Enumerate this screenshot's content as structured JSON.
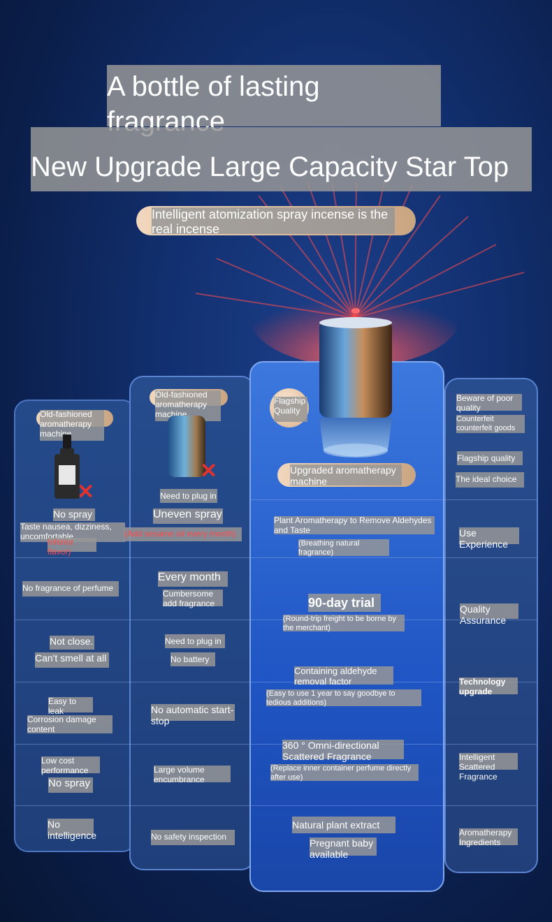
{
  "headline": {
    "line1": "A bottle of lasting fragrance",
    "line2": "New Upgrade Large Capacity Star Top",
    "tagline": "Intelligent atomization spray incense is the real incense"
  },
  "old_machine_1": {
    "label": "Old-fashioned aromatherapy machine",
    "rows": [
      {
        "a": "No spray",
        "b": "Taste nausea, dizziness, uncomfortable",
        "c": "Inferior flavor)"
      },
      {
        "a": "No fragrance of perfume"
      },
      {
        "a": "Not close.",
        "b": "Can't smell at all"
      },
      {
        "a": "Easy to leak",
        "b": "Corrosion damage content"
      },
      {
        "a": "Low cost performance",
        "b": "No spray"
      },
      {
        "a": "No intelligence"
      }
    ]
  },
  "old_machine_2": {
    "label": "Old-fashioned aromatherapy machine",
    "rows": [
      {
        "a": "Need to plug in",
        "b": "Uneven spray",
        "c": "(Add sesame oil every month)"
      },
      {
        "a": "Every month",
        "b": "Cumbersome add fragrance"
      },
      {
        "a": "Need to plug in",
        "b": "No battery"
      },
      {
        "a": "No automatic start-stop"
      },
      {
        "a": "Large volume encumbrance"
      },
      {
        "a": "No safety inspection"
      }
    ]
  },
  "upgraded": {
    "badge": "Flagship Quality",
    "label": "Upgraded aromatherapy machine",
    "rows": [
      {
        "a": "Plant Aromatherapy to Remove Aldehydes and Taste",
        "b": "(Breathing natural fragrance)"
      },
      {
        "a": "90-day trial",
        "b": "(Round-trip freight to be borne by the merchant)"
      },
      {
        "a": "Containing aldehyde removal factor",
        "b": "(Easy to use 1 year to say goodbye to tedious additions)"
      },
      {
        "a": "360 ° Omni-directional Scattered Fragrance",
        "b": "(Replace inner container perfume directly after use)"
      },
      {
        "a": "Natural plant extract",
        "b": "Pregnant baby available"
      }
    ]
  },
  "side": {
    "top": [
      "Beware of poor quality",
      "Counterfeit counterfeit goods",
      "Flagship quality",
      "The ideal choice"
    ],
    "rows": [
      "Use Experience",
      "Quality Assurance",
      "Technology upgrade",
      "Intelligent Scattered Fragrance",
      "Aromatherapy Ingredients"
    ]
  },
  "colors": {
    "accent_red": "#e0322f",
    "pill": "#e6c6a6",
    "panel_blue": "#2f6ad6"
  }
}
